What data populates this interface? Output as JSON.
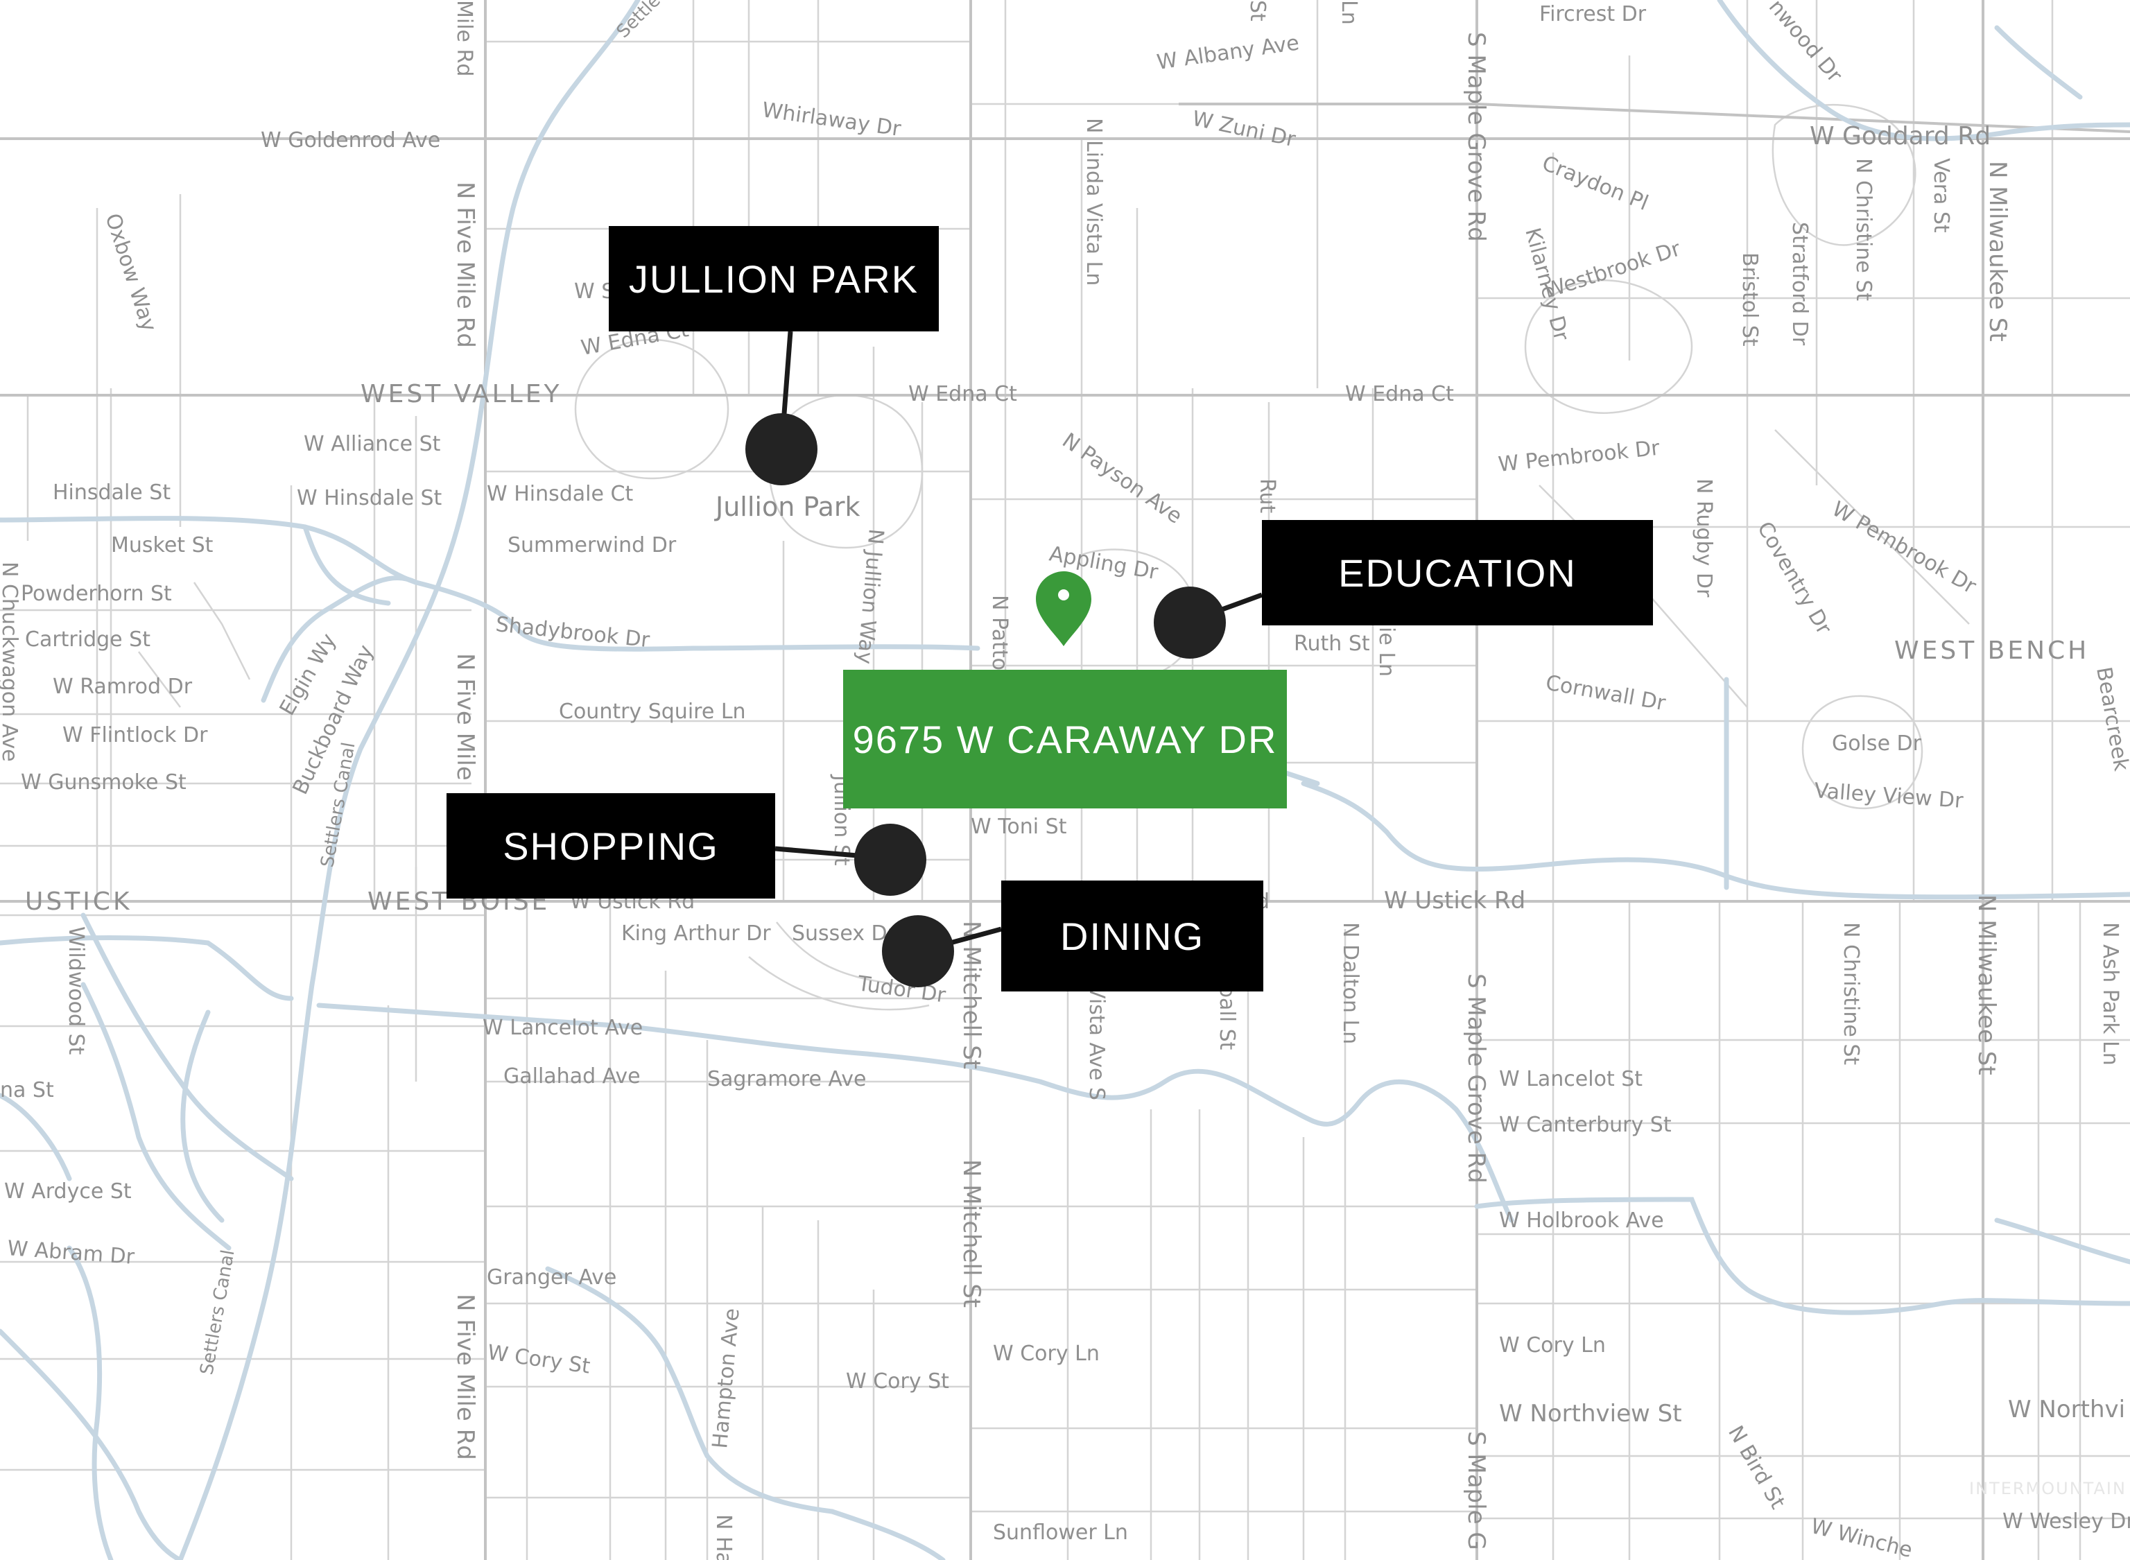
{
  "callouts": {
    "park": "JULLION PARK",
    "education": "EDUCATION",
    "shopping": "SHOPPING",
    "dining": "DINING"
  },
  "address": "9675 W CARAWAY DR",
  "areas": {
    "west_valley": "WEST VALLEY",
    "west_bench": "WEST BENCH",
    "ustick": "USTICK",
    "west_boise": "WEST BOISE"
  },
  "park_label": "Jullion Park",
  "watermark": "INTERMOUNTAIN",
  "streets": {
    "fircrest": "Fircrest Dr",
    "w_albany": "W Albany Ave",
    "whirlaway": "Whirlaway Dr",
    "w_zuni": "W Zuni Dr",
    "w_goldenrod": "W Goldenrod Ave",
    "w_goddard": "W Goddard Rd",
    "craydon": "Craydon Pl",
    "westbrook": "Westbrook Dr",
    "w_edna_ct_1": "W Edna Ct",
    "w_edna_ct_2": "W Edna Ct",
    "w_edna_ct_3": "W Edna Ct",
    "w_alliance": "W Alliance St",
    "w_pembrook": "W Pembrook Dr",
    "w_pembrook_2": "W Pembrook Dr",
    "hinsdale": "Hinsdale St",
    "w_hinsdale": "W Hinsdale St",
    "w_hinsdale_ct": "W Hinsdale Ct",
    "summerwind": "Summerwind Dr",
    "n_payson": "N Payson Ave",
    "appling": "Appling Dr",
    "musket": "Musket St",
    "powderhorn": "Powderhorn St",
    "cartridge": "Cartridge St",
    "w_ramrod": "W Ramrod Dr",
    "w_flintlock": "W Flintlock Dr",
    "w_gunsmoke": "W Gunsmoke St",
    "shadybrook": "Shadybrook Dr",
    "ruth": "Ruth St",
    "cornwall": "Cornwall Dr",
    "country_squire": "Country Squire Ln",
    "golse": "Golse Dr",
    "valley_view": "Valley View Dr",
    "w_toni": "W Toni St",
    "w_ustick_rd_1": "W Ustick Rd",
    "w_ustick_rd_2": "W Ustick Rd",
    "king_arthur": "King Arthur Dr",
    "sussex": "Sussex Dr",
    "tudor": "Tudor Dr",
    "w_lancelot_1": "W Lancelot Ave",
    "w_lancelot_2": "W Lancelot St",
    "gallahad": "Gallahad Ave",
    "sagramore": "Sagramore Ave",
    "w_canterbury": "W Canterbury St",
    "w_ardyce": "W Ardyce St",
    "w_abram": "W Abram Dr",
    "w_holbrook": "W Holbrook Ave",
    "granger": "Granger Ave",
    "w_cory_st_1": "W Cory St",
    "w_cory_ln_1": "W Cory Ln",
    "w_cory_st_2": "W Cory St",
    "w_cory_ln_2": "W Cory Ln",
    "w_northview": "W Northview St",
    "w_northvi": "W Northvi",
    "sunflower": "Sunflower Ln",
    "w_wesley": "W Wesley Dr",
    "w_winche": "W Winche",
    "n_five_mile_1": "Mile Rd",
    "n_five_mile_2": "N Five Mile Rd",
    "n_five_mile_3": "N Five Mile",
    "n_five_mile_4": "N Five Mile Rd",
    "oxbow": "Oxbow Way",
    "n_linda_vista": "N Linda Vista Ln",
    "s_maple_grove_1": "S Maple Grove Rd",
    "s_maple_grove_2": "S Maple Grove Rd",
    "s_maple_grove_3": "S Maple G",
    "kilarney": "Kilarney Dr",
    "bristol": "Bristol St",
    "stratford": "Stratford Dr",
    "n_christine_1": "N Christine St",
    "n_christine_2": "N Christine St",
    "vera": "Vera St",
    "n_milwaukee_1": "N Milwaukee St",
    "n_milwaukee_2": "N Milwaukee St",
    "n_rugby": "N Rugby Dr",
    "coventry": "Coventry Dr",
    "n_jullion": "N Jullion Way",
    "jullion_st": "Jullion St",
    "n_patton": "N Patto",
    "n_mitchell_1": "N Mitchell St",
    "n_mitchell_2": "N Mitchell St",
    "vista_ave": "Vista Ave S",
    "n_dalton": "N Dalton Ln",
    "w_canterbury_st": "W Canterbury St",
    "elgin": "Elgin Wy",
    "buckboard": "Buckboard Way",
    "settlers_canal_1": "Settlers Canal",
    "settlers_canal_2": "Settlers Canal",
    "settlers_top": "Settle",
    "wildwood": "Wildwood St",
    "n_chuckwagon": "N Chuckwagon Ave",
    "bearcreek": "Bearcreek",
    "n_ash_park": "N Ash Park Ln",
    "hampton": "Hampton Ave",
    "n_bird": "N Bird St",
    "na_st": "na St",
    "ruth_frag": "Rut",
    "ie_ln": "ie Ln",
    "pall_st": "pall St",
    "d_frag": "d",
    "nwood": "nwood Dr",
    "w_s_frag": "W S",
    "n_ha": "N Ha",
    "ln_top": "Ln",
    "st_top": "St"
  }
}
